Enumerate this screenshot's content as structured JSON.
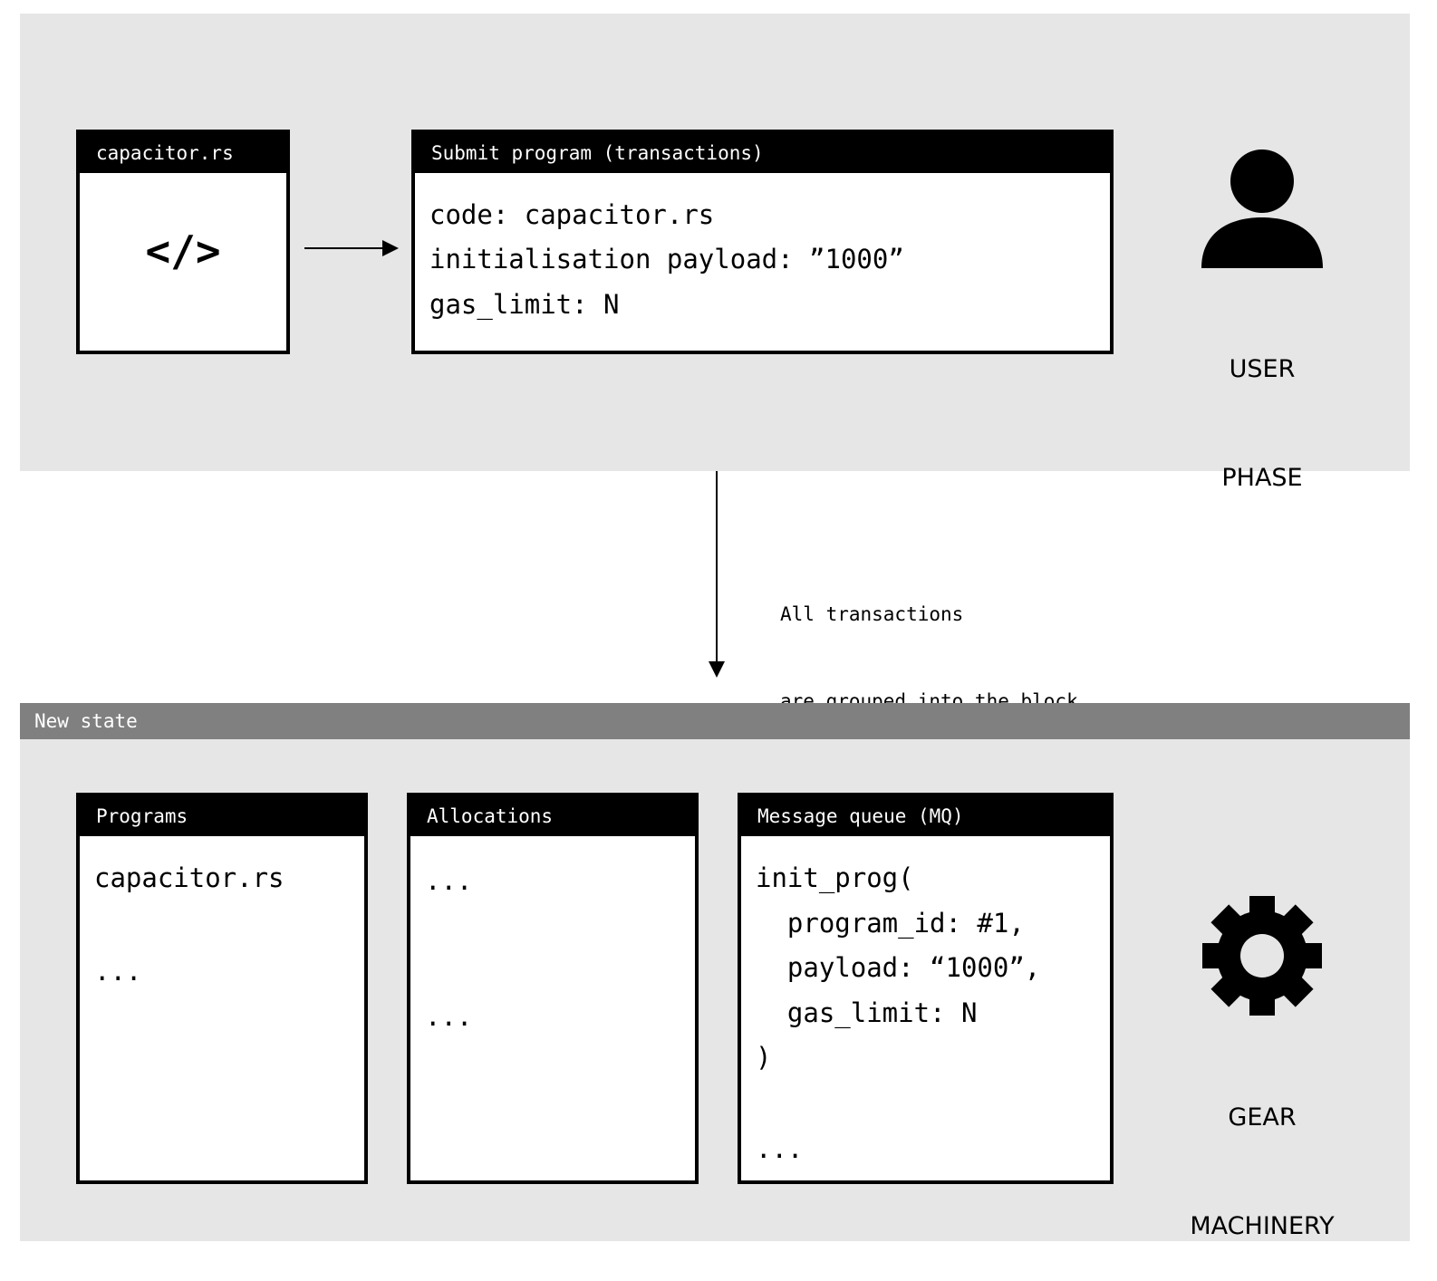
{
  "user_phase": {
    "source_file": {
      "title": "capacitor.rs",
      "symbol": "</>"
    },
    "submit": {
      "title": "Submit program (transactions)",
      "lines": [
        "code: capacitor.rs",
        "initialisation payload: ”1000”",
        "gas_limit: N"
      ]
    },
    "actor": {
      "icon": "user-icon",
      "label_line1": "USER",
      "label_line2": "PHASE"
    }
  },
  "transition": {
    "label_line1": "All transactions",
    "label_line2": "are grouped into the block"
  },
  "new_state": {
    "title": "New state",
    "programs": {
      "title": "Programs",
      "items": [
        "capacitor.rs",
        "..."
      ]
    },
    "allocations": {
      "title": "Allocations",
      "items": [
        "...",
        "..."
      ]
    },
    "message_queue": {
      "title": "Message queue (MQ)",
      "lines": [
        "init_prog(",
        "  program_id: #1,",
        "  payload: “1000”,",
        "  gas_limit: N",
        ")",
        "..."
      ]
    },
    "actor": {
      "icon": "gear-icon",
      "label_line1": "GEAR",
      "label_line2": "MACHINERY"
    }
  },
  "colors": {
    "panel_background": "#e6e6e6",
    "header_bar": "#808080",
    "box_header": "#000000"
  }
}
